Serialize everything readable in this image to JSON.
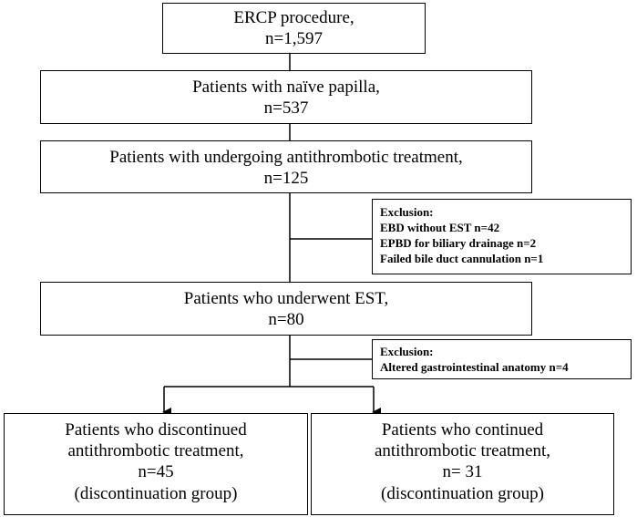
{
  "boxes": {
    "ercp": {
      "lines": [
        "ERCP procedure,",
        "n=1,597"
      ]
    },
    "naive": {
      "lines": [
        "Patients with naïve papilla,",
        "n=537"
      ]
    },
    "antithrombotic": {
      "lines": [
        "Patients with undergoing antithrombotic treatment,",
        "n=125"
      ]
    },
    "exclusion1": {
      "lines": [
        "Exclusion:",
        "EBD without EST n=42",
        "EPBD for biliary drainage n=2",
        "Failed bile duct cannulation n=1"
      ]
    },
    "est": {
      "lines": [
        "Patients who underwent EST,",
        "n=80"
      ]
    },
    "exclusion2": {
      "lines": [
        "Exclusion:",
        "Altered gastrointestinal anatomy n=4"
      ]
    },
    "discontinued": {
      "lines": [
        "Patients who discontinued",
        "antithrombotic treatment,",
        "n=45",
        "(discontinuation group)"
      ]
    },
    "continued": {
      "lines": [
        "Patients who continued",
        "antithrombotic treatment,",
        "n= 31",
        "(discontinuation group)"
      ]
    }
  }
}
